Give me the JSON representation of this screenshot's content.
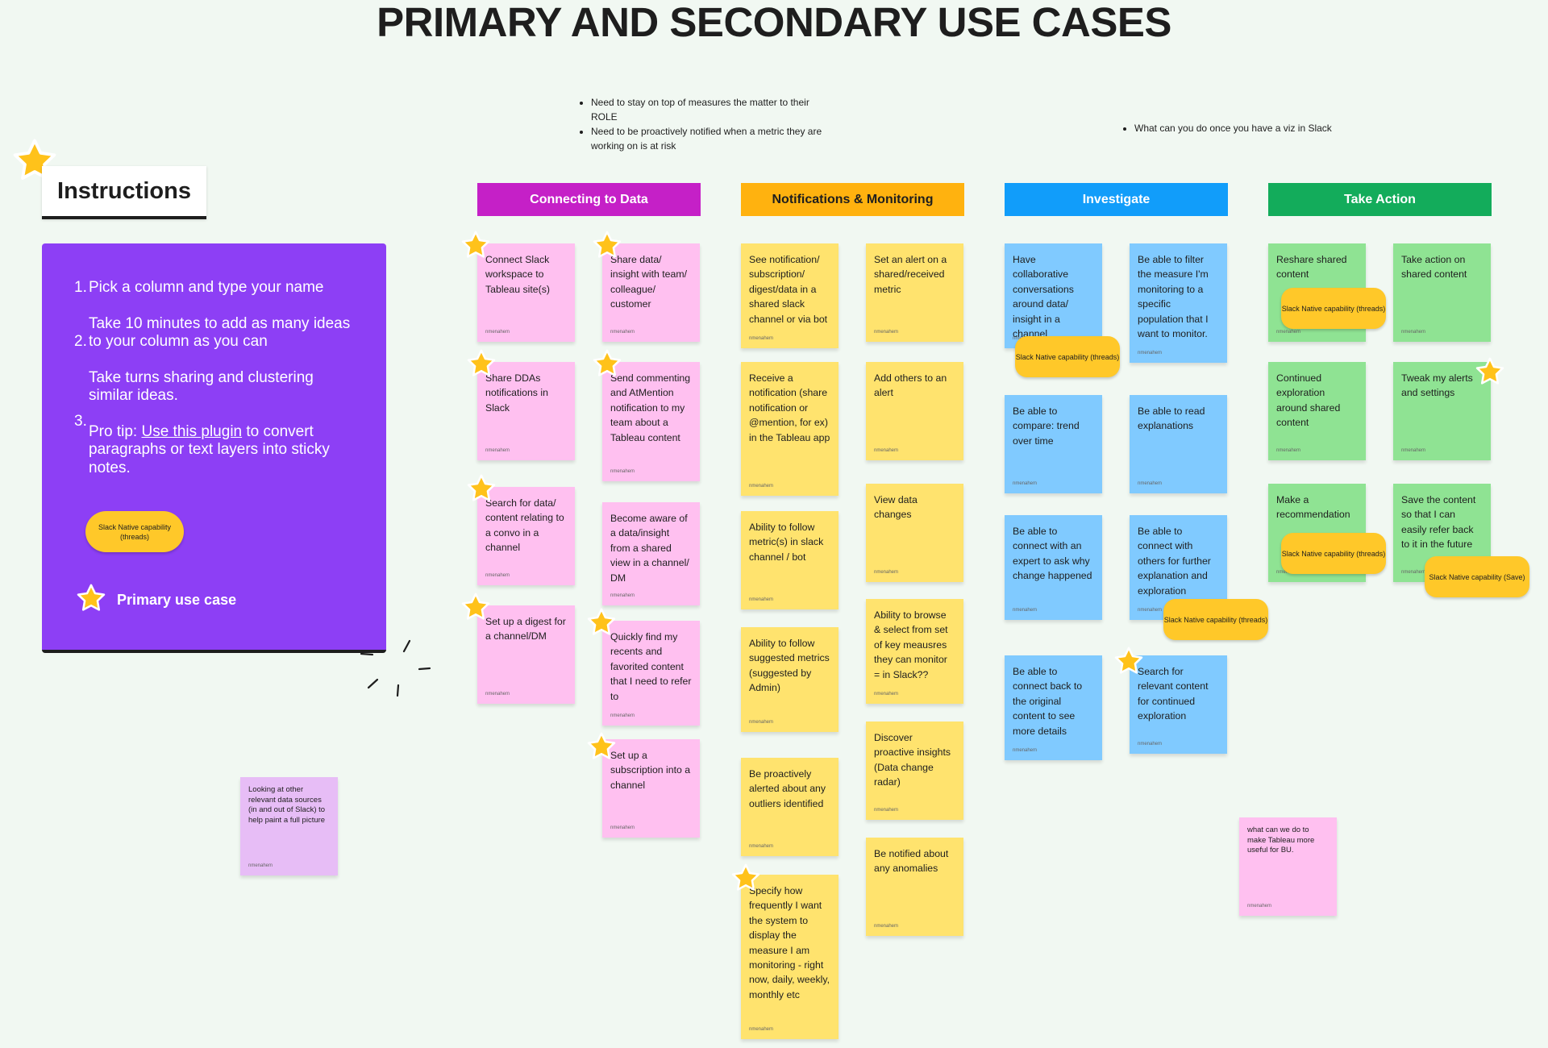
{
  "title": "PRIMARY AND SECONDARY USE CASES",
  "notes": {
    "top_left": [
      "Need to stay on top of measures the matter to their ROLE",
      "Need to be proactively notified when a metric they are working on is at risk"
    ],
    "top_right": [
      "What can you do once you have a viz in Slack"
    ]
  },
  "instructions": {
    "label": "Instructions",
    "numbers": [
      "1.",
      "2.",
      "3."
    ],
    "step1": "Pick a column and type your name",
    "step2": "Take 10 minutes to add as many ideas to your column as you can",
    "step3": "Take turns sharing and clustering similar ideas.",
    "pro_tip_prefix": "Pro tip: ",
    "pro_tip_link": "Use this plugin",
    "pro_tip_suffix": " to convert paragraphs or text layers into sticky notes.",
    "pill": "Slack Native capability (threads)",
    "legend": "Primary use case"
  },
  "columns": [
    {
      "name": "Connecting to Data",
      "color": "#c520c7"
    },
    {
      "name": "Notifications & Monitoring",
      "color": "#ffb20f"
    },
    {
      "name": "Investigate",
      "color": "#119dfa"
    },
    {
      "name": "Take Action",
      "color": "#13ac5b"
    }
  ],
  "author": "nmenahem",
  "stickies": {
    "cd1": "Connect Slack workspace to Tableau site(s)",
    "cd2": "Share data/ insight with team/ colleague/ customer",
    "cd3": "Share DDAs notifications in Slack",
    "cd4": "Send commenting and AtMention notification to my team about a Tableau content",
    "cd5": "Search for data/ content relating to a convo in a channel",
    "cd6": "Become aware of a data/insight from a shared view in a channel/ DM",
    "cd7": "Set up a digest for a channel/DM",
    "cd8": "Quickly find my recents and favorited content that I need to refer to",
    "cd9": "Set up a subscription into a channel",
    "nm1": "See notification/ subscription/ digest/data in a shared slack channel or via bot",
    "nm2": "Set an alert on a shared/received metric",
    "nm3": "Receive a notification (share notification or @mention, for ex) in the Tableau app",
    "nm4": "Add others to an alert",
    "nm5": "Ability to follow metric(s) in slack channel / bot",
    "nm6": "View data changes",
    "nm7": "Ability to follow suggested metrics (suggested by Admin)",
    "nm8": "Ability to browse & select from set of key meausres they can monitor = in Slack??",
    "nm9": "Be proactively alerted about any outliers identified",
    "nm10": "Discover proactive insights (Data change radar)",
    "nm11": "Specify how frequently I want the system to display the measure I am monitoring - right now, daily, weekly, monthly etc",
    "nm12": "Be notified about any anomalies",
    "iv1": "Have collaborative conversations around data/ insight in a channel",
    "iv2": "Be able to filter the measure I'm monitoring to a specific population that I want to monitor.",
    "iv3": "Be able to compare: trend over time",
    "iv4": "Be able to read explanations",
    "iv5": "Be able to connect with an expert to ask why change happened",
    "iv6": "Be able to connect with others for further explanation and exploration",
    "iv7": "Be able to connect back to the original content to see more details",
    "iv8": "Search for relevant content for continued exploration",
    "ta1": "Reshare shared content",
    "ta2": "Take action on shared content",
    "ta3": "Continued exploration around shared content",
    "ta4": "Tweak my alerts and settings",
    "ta5": "Make a recommendation",
    "ta6": "Save the content so that I can easily refer back to it in the future",
    "misc1": "Looking at other relevant data sources (in and out of Slack) to help paint a full picture",
    "misc2": "what can we do to make Tableau more useful for BU."
  },
  "pills": {
    "threads": "Slack Native capability (threads)",
    "save": "Slack Native capability (Save)"
  },
  "icons": [
    "star-icon"
  ]
}
